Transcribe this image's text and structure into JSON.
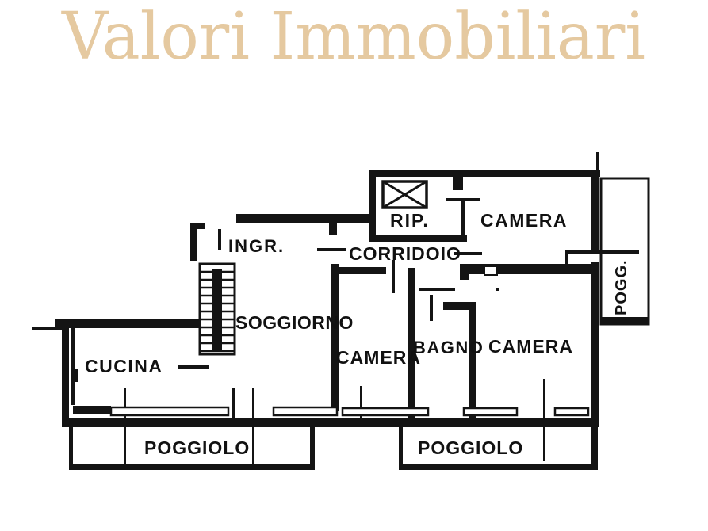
{
  "header": {
    "brand": "Valori Immobiliari",
    "brand_color": "#e5c9a0"
  },
  "floorplan": {
    "ink": "#141414",
    "labels": {
      "ingresso": "INGR.",
      "ripostiglio": "RIP.",
      "camera_top": "CAMERA",
      "corridoio": "CORRIDOIO",
      "soggiorno": "SOGGIORNO",
      "camera_mid": "CAMERA",
      "bagno": "BAGNO",
      "camera_right": "CAMERA",
      "cucina": "CUCINA",
      "poggiolo_left": "POGGIOLO",
      "poggiolo_right": "POGGIOLO",
      "poggiolo_abbrev": "POGG."
    }
  }
}
